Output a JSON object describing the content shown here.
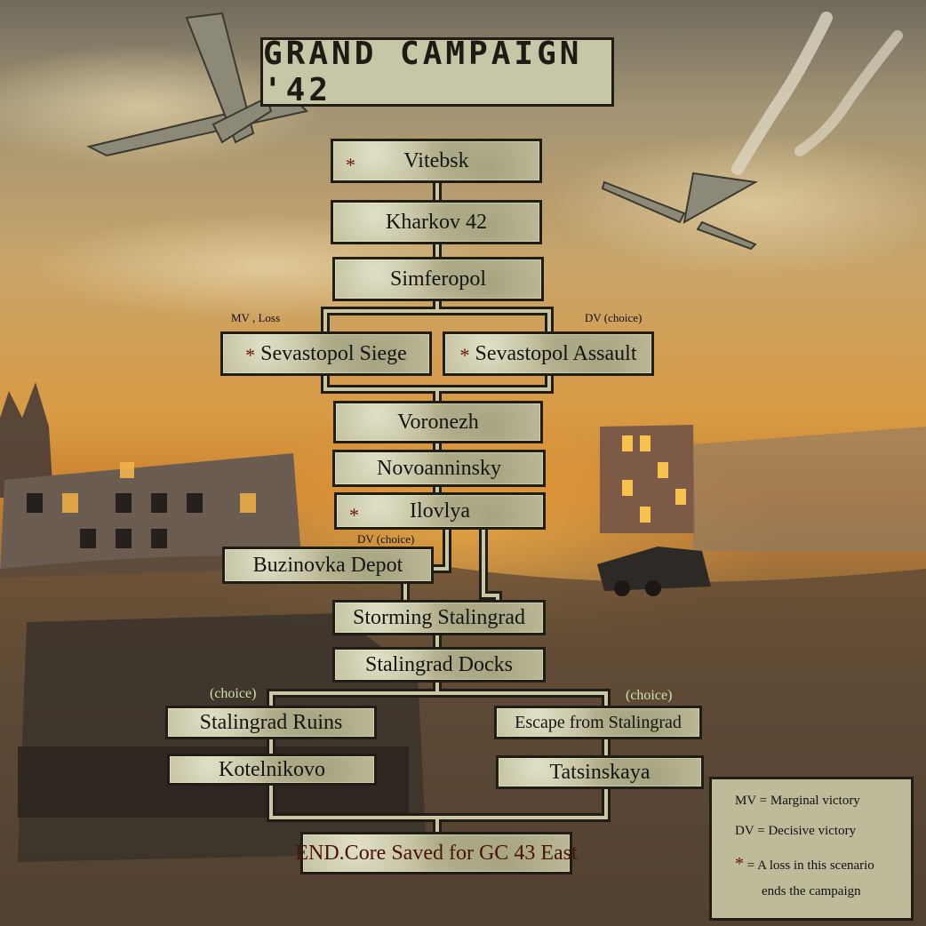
{
  "title": "GRAND CAMPAIGN '42",
  "scenarios": {
    "vitebsk": "Vitebsk",
    "kharkov": "Kharkov 42",
    "simferopol": "Simferopol",
    "sev_siege": "Sevastopol Siege",
    "sev_assault": "Sevastopol Assault",
    "voronezh": "Voronezh",
    "novoanninsky": "Novoanninsky",
    "ilovlya": "Ilovlya",
    "buzinovka": "Buzinovka Depot",
    "storming": "Storming Stalingrad",
    "docks": "Stalingrad Docks",
    "ruins": "Stalingrad Ruins",
    "kotelnikovo": "Kotelnikovo",
    "escape": "Escape from Stalingrad",
    "tatsinskaya": "Tatsinskaya",
    "end": "END.Core Saved for GC 43 East"
  },
  "notes": {
    "mv_loss": "MV , Loss",
    "dv_choice_1": "DV (choice)",
    "dv_choice_2": "DV (choice)",
    "choice_left": "(choice)",
    "choice_right": "(choice)"
  },
  "legend": {
    "mv": "MV =  Marginal victory",
    "dv": "DV = Decisive victory",
    "star_text": "=  A loss in this scenario",
    "star_text_2": "ends the campaign"
  },
  "star_symbol": "*",
  "colors": {
    "panel": "#bdbb9a",
    "border": "#1f1d16",
    "star": "#6b1010",
    "choice_text": "#c9e3a8"
  }
}
